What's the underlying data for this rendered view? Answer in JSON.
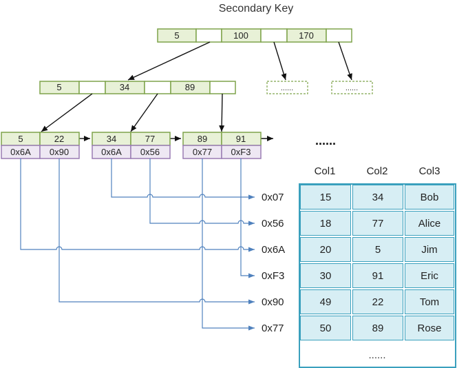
{
  "title": "Secondary Key",
  "colors": {
    "key_fill": "#e8f1d7",
    "key_stroke": "#7ea34a",
    "ptr_fill": "#eee8f3",
    "ptr_stroke": "#9a7cb3",
    "line_blue": "#4f81bd",
    "table_fill": "#d7eef4",
    "table_stroke": "#3aa0bd",
    "arrow": "#111111",
    "dashed_stroke": "#7ea34a"
  },
  "root": {
    "keys": [
      "5",
      "100",
      "170"
    ]
  },
  "level2": {
    "keys": [
      "5",
      "34",
      "89"
    ]
  },
  "placeholders": [
    "......",
    "......"
  ],
  "leaves": [
    {
      "keys": [
        "5",
        "22"
      ],
      "ptrs": [
        "0x6A",
        "0x90"
      ]
    },
    {
      "keys": [
        "34",
        "77"
      ],
      "ptrs": [
        "0x6A",
        "0x56"
      ]
    },
    {
      "keys": [
        "89",
        "91"
      ],
      "ptrs": [
        "0x77",
        "0xF3"
      ]
    }
  ],
  "leaf_continuation": "......",
  "addresses": [
    "0x07",
    "0x56",
    "0x6A",
    "0xF3",
    "0x90",
    "0x77"
  ],
  "table": {
    "columns": [
      "Col1",
      "Col2",
      "Col3"
    ],
    "rows": [
      [
        "15",
        "34",
        "Bob"
      ],
      [
        "18",
        "77",
        "Alice"
      ],
      [
        "20",
        "5",
        "Jim"
      ],
      [
        "30",
        "91",
        "Eric"
      ],
      [
        "49",
        "22",
        "Tom"
      ],
      [
        "50",
        "89",
        "Rose"
      ]
    ],
    "last_row": "......"
  }
}
